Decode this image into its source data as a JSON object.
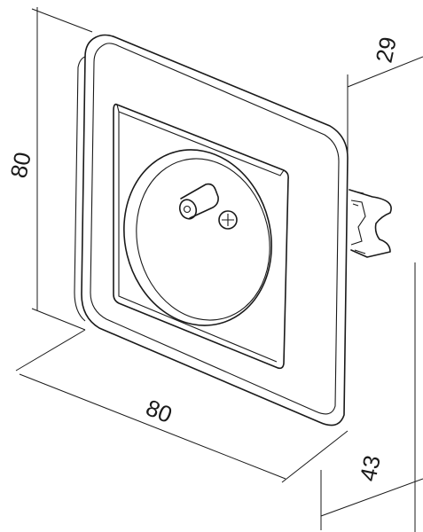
{
  "dimensions": {
    "height_label": "80",
    "width_label": "80",
    "top_depth_label": "29",
    "bottom_depth_label": "43"
  }
}
